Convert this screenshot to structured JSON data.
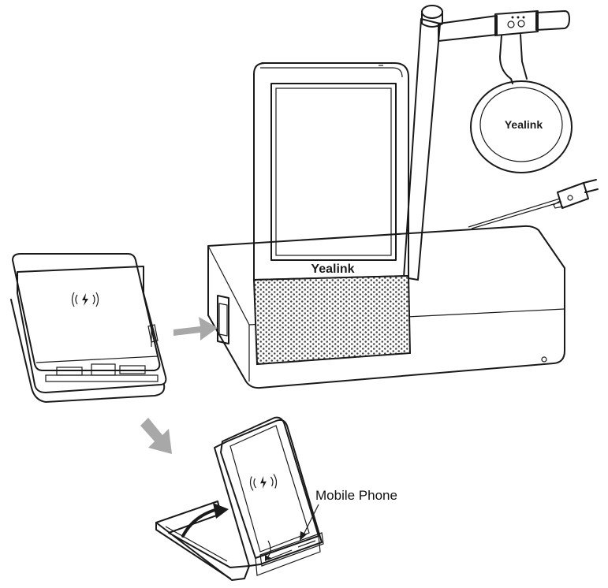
{
  "diagram": {
    "base_brand": "Yealink",
    "headset_brand": "Yealink",
    "callout_mobile_phone": "Mobile Phone",
    "colors": {
      "line": "#1a1a1a",
      "arrow": "#a8a8a8",
      "speaker_grille": "#d4d4d4",
      "fill": "#ffffff"
    },
    "icons": [
      "wireless-charging-icon",
      "wireless-charging-icon",
      "flow-arrow",
      "flow-arrow",
      "rotate-arrow"
    ]
  }
}
